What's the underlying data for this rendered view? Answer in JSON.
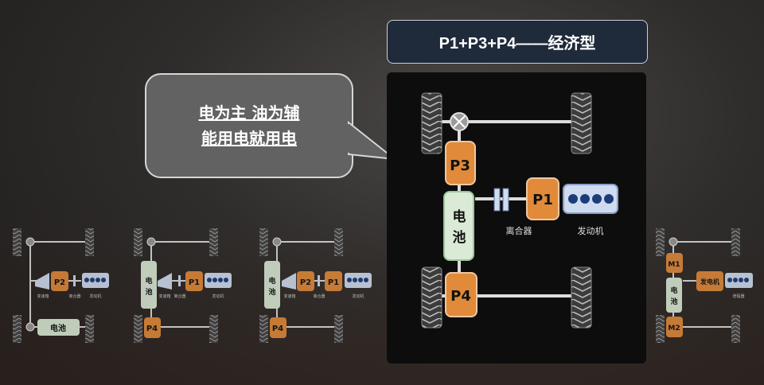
{
  "title": "P1+P3+P4——经济型",
  "callout": {
    "line1": "电为主 油为辅",
    "line2": "能用电就用电"
  },
  "main": {
    "p3": "P3",
    "p1": "P1",
    "p4": "P4",
    "battery": "电\n池",
    "clutch_label": "离合器",
    "engine_label": "发动机"
  },
  "small1": {
    "motor": "P2",
    "battery": "电池",
    "labels": [
      "变速箱",
      "离合器",
      "发动机"
    ]
  },
  "small2": {
    "battery": "电池",
    "p1": "P1",
    "p4": "P4",
    "labels": [
      "变速箱",
      "离合器",
      "发动机"
    ]
  },
  "small3": {
    "battery": "电池",
    "p2": "P2",
    "p1": "P1",
    "p4": "P4",
    "labels": [
      "变速箱",
      "离合器",
      "发动机"
    ]
  },
  "small4": {
    "m1": "M1",
    "m2": "M2",
    "battery": "电池",
    "generator": "发电机",
    "engine_label": "增程器"
  },
  "colors": {
    "motor": "#e08a3a",
    "battery": "#dbead6",
    "engine": "#cfdcf0",
    "cylinder": "#1d3d7a"
  }
}
